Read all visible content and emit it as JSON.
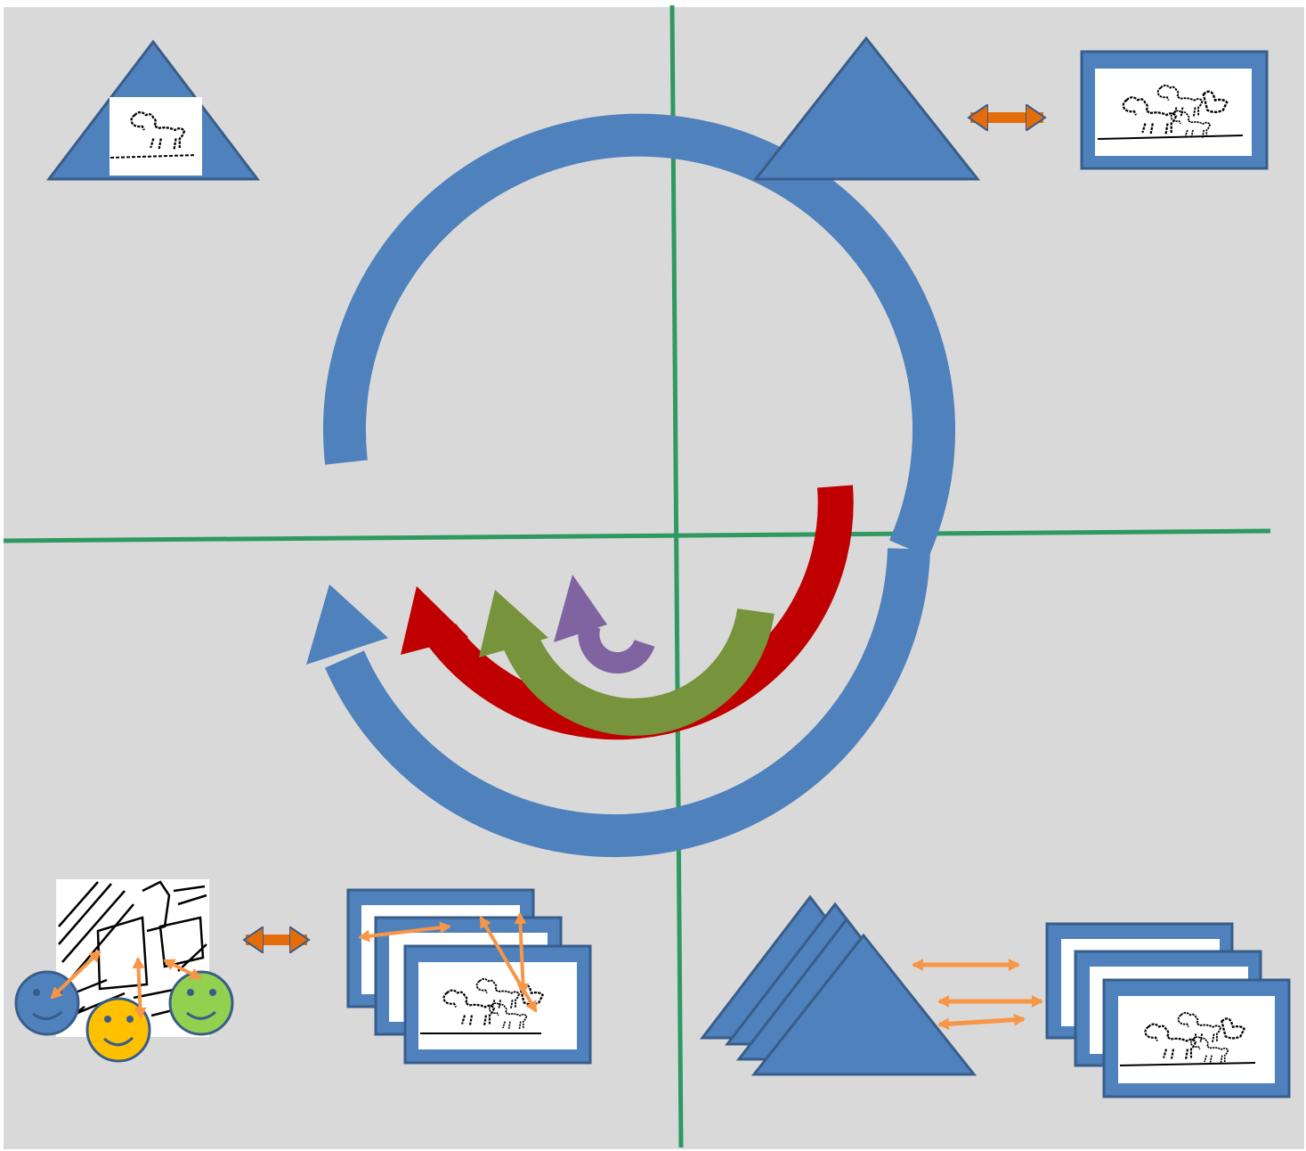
{
  "diagram": {
    "kind": "four-quadrant cycle diagram",
    "colors": {
      "background": "#d9d9d9",
      "axis": "#2e9960",
      "shape_fill": "#4f81bd",
      "shape_stroke": "#385d8a",
      "arrow_outer": "#4f81bd",
      "arrow_red": "#c00000",
      "arrow_green": "#77933c",
      "arrow_purple": "#8064a2",
      "link_dark_orange": "#e46c0a",
      "link_light_orange": "#f79646",
      "smiley_blue": "#4f81bd",
      "smiley_yellow": "#ffc000",
      "smiley_green": "#92d050"
    },
    "quadrants": [
      {
        "id": "top-left",
        "content": [
          "triangle",
          "sketch-picture"
        ]
      },
      {
        "id": "top-right",
        "content": [
          "triangle",
          "double-arrow",
          "card"
        ]
      },
      {
        "id": "bottom-left",
        "content": [
          "sketch-picture",
          "three-smileys",
          "double-arrow",
          "card-stack"
        ]
      },
      {
        "id": "bottom-right",
        "content": [
          "triangle-stack",
          "double-arrows",
          "card-stack"
        ]
      }
    ],
    "cycle_arrows": [
      "outer-blue",
      "red",
      "green",
      "purple"
    ]
  }
}
